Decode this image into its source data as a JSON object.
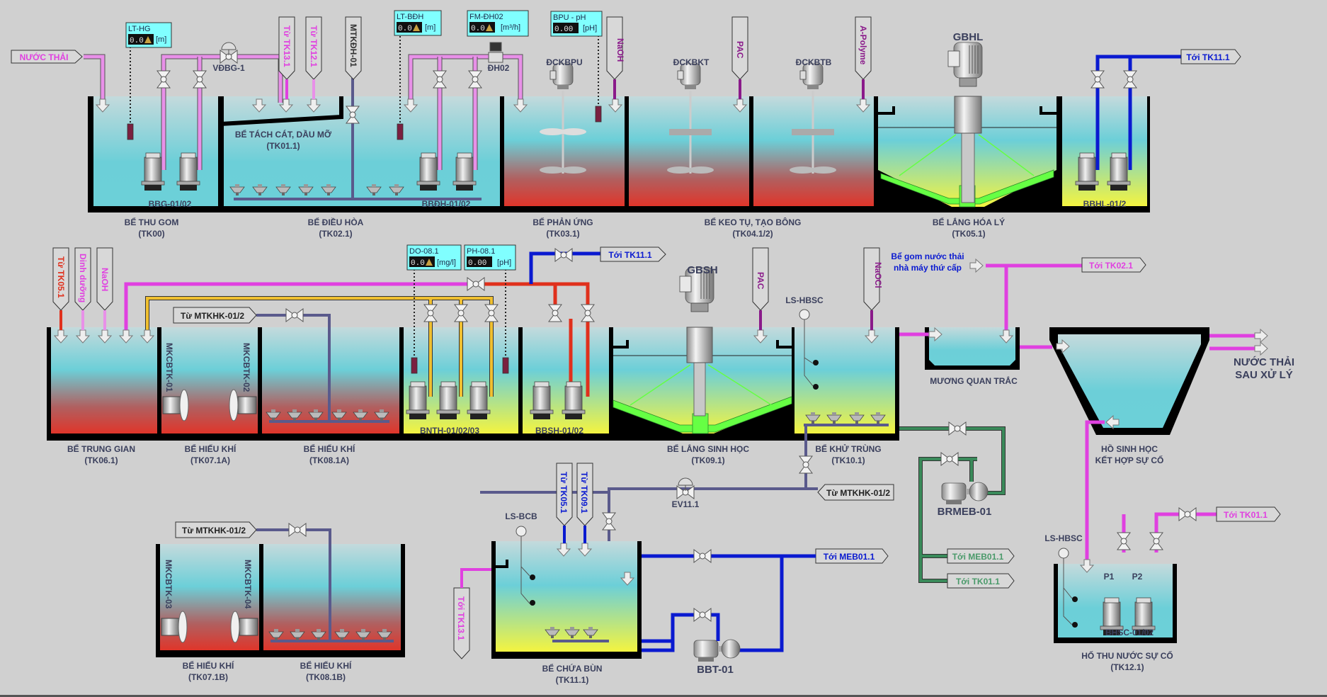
{
  "colors": {
    "background": "#d0d0d0",
    "pipe_pink": "#e040e0",
    "pipe_blue": "#0a1ad0",
    "pipe_red": "#e0301c",
    "pipe_yellow": "#f0c030",
    "pipe_air": "#5a5a8c",
    "pipe_green": "#3a8a5a",
    "chem_purple": "#8a1a8a",
    "water_top": "#b8d8dc",
    "water_mid": "#6ccfd8",
    "sludge_red": "#e03a2a",
    "sludge_yellow": "#f0f040",
    "sensor_box": "#80ffff"
  },
  "sensors": [
    {
      "tag": "LT-HG",
      "value": "0.0",
      "unit": "[m]"
    },
    {
      "tag": "LT-BĐH",
      "value": "0.0",
      "unit": "[m]"
    },
    {
      "tag": "FM-ĐH02",
      "value": "0.0",
      "unit": "[m³/h]"
    },
    {
      "tag": "BPU - pH",
      "value": "0.00",
      "unit": "[pH]"
    },
    {
      "tag": "DO-08.1",
      "value": "0.0",
      "unit": "[mg/l]"
    },
    {
      "tag": "PH-08.1",
      "value": "0.00",
      "unit": "[pH]"
    }
  ],
  "tanks": {
    "tk00": {
      "name": "BỂ THU GOM",
      "code": "(TK00)"
    },
    "tk02": {
      "name": "BỂ ĐIỀU HÒA",
      "code": "(TK02.1)"
    },
    "tk01": {
      "name": "BỂ TÁCH CÁT, DẦU MỠ",
      "code": "(TK01.1)"
    },
    "tk03": {
      "name": "BỂ PHẢN ỨNG",
      "code": "(TK03.1)"
    },
    "tk04": {
      "name": "BỂ KEO TỤ, TẠO BÔNG",
      "code": "(TK04.1/2)"
    },
    "tk05": {
      "name": "BỂ LẮNG HÓA LÝ",
      "code": "(TK05.1)"
    },
    "tk06": {
      "name": "BỂ TRUNG GIAN",
      "code": "(TK06.1)"
    },
    "tk07a": {
      "name": "BỂ HIẾU KHÍ",
      "code": "(TK07.1A)"
    },
    "tk08a": {
      "name": "BỂ HIẾU KHÍ",
      "code": "(TK08.1A)"
    },
    "tk09": {
      "name": "BỂ LẮNG SINH HỌC",
      "code": "(TK09.1)"
    },
    "tk10": {
      "name": "BỂ KHỬ TRÙNG",
      "code": "(TK10.1)"
    },
    "muong": {
      "name": "MƯƠNG QUAN TRẮC"
    },
    "ho_sinh_hoc": {
      "name": "HỒ SINH HỌC",
      "code": "KẾT HỢP SỰ CỐ"
    },
    "tk07b": {
      "name": "BỂ HIẾU KHÍ",
      "code": "(TK07.1B)"
    },
    "tk08b": {
      "name": "BỂ HIẾU KHÍ",
      "code": "(TK08.1B)"
    },
    "tk11": {
      "name": "BỂ CHỨA BÙN",
      "code": "(TK11.1)"
    },
    "tk12": {
      "name": "HỐ THU NƯỚC SỰ CỐ",
      "code": "(TK12.1)"
    }
  },
  "devices": {
    "vdbg": "VĐBG-1",
    "dh02": "ĐH02",
    "dckbpu": "ĐCKBPU",
    "dckbkt": "ĐCKBKT",
    "dckbtb": "ĐCKBTB",
    "gbhl": "GBHL",
    "gbsh": "GBSH",
    "bbg": "BBG-01/02",
    "bbdh": "BBĐH-01/02",
    "bbhl": "BBHL-01/2",
    "bnth": "BNTH-01/02/03",
    "bbsh": "BBSH-01/02",
    "mk01": "MKCBTK-01",
    "mk02": "MKCBTK-02",
    "mk03": "MKCBTK-03",
    "mk04": "MKCBTK-04",
    "mtkdh": "MTKĐH-01",
    "ls_hbsc_1": "LS-HBSC",
    "ls_hbsc_2": "LS-HBSC",
    "ls_bcb": "LS-BCB",
    "ev111": "EV11.1",
    "brmeb": "BRMEB-01",
    "bbt": "BBT-01",
    "p1": "P1",
    "p2": "P2",
    "bhsc": "BHSC-01/02"
  },
  "tags": {
    "nuoc_thai": "NƯỚC THẢI",
    "toi_tk111_top": "Tới TK11.1",
    "toi_tk111_mid": "Tới TK11.1",
    "tu_mtkhk_a": "Từ MTKHK-01/2",
    "tu_mtkhk_b": "Từ MTKHK-01/2",
    "tu_mtkhk_c": "Từ MTKHK-01/2",
    "toi_tk021": "Tới TK02.1",
    "toi_meb_blue": "Tới MEB01.1",
    "toi_meb_green": "Tới MEB01.1",
    "toi_tk011_green": "Tới TK01.1",
    "toi_tk011_pink": "Tới TK01.1",
    "be_gom_1": "Bể gom nước thải",
    "be_gom_2": "nhà máy thứ cấp",
    "nuoc_thai_sau_1": "NƯỚC THẢI",
    "nuoc_thai_sau_2": "SAU XỬ LÝ"
  },
  "vertical_tags": {
    "tu_tk131": "Từ TK13.1",
    "tu_tk121": "Từ TK12.1",
    "naoh_1": "NaOH",
    "pac_1": "PAC",
    "apolyme": "A-Polyme",
    "tu_tk051": "Từ TK05.1",
    "dinh_duong": "Dinh dưỡng",
    "naoh_2": "NaOH",
    "pac_2": "PAC",
    "naocl": "NaOCl",
    "tu_tk05_b": "Từ TK05.1",
    "tu_tk09_b": "Từ TK09.1",
    "toi_tk131": "Tới TK13.1"
  }
}
